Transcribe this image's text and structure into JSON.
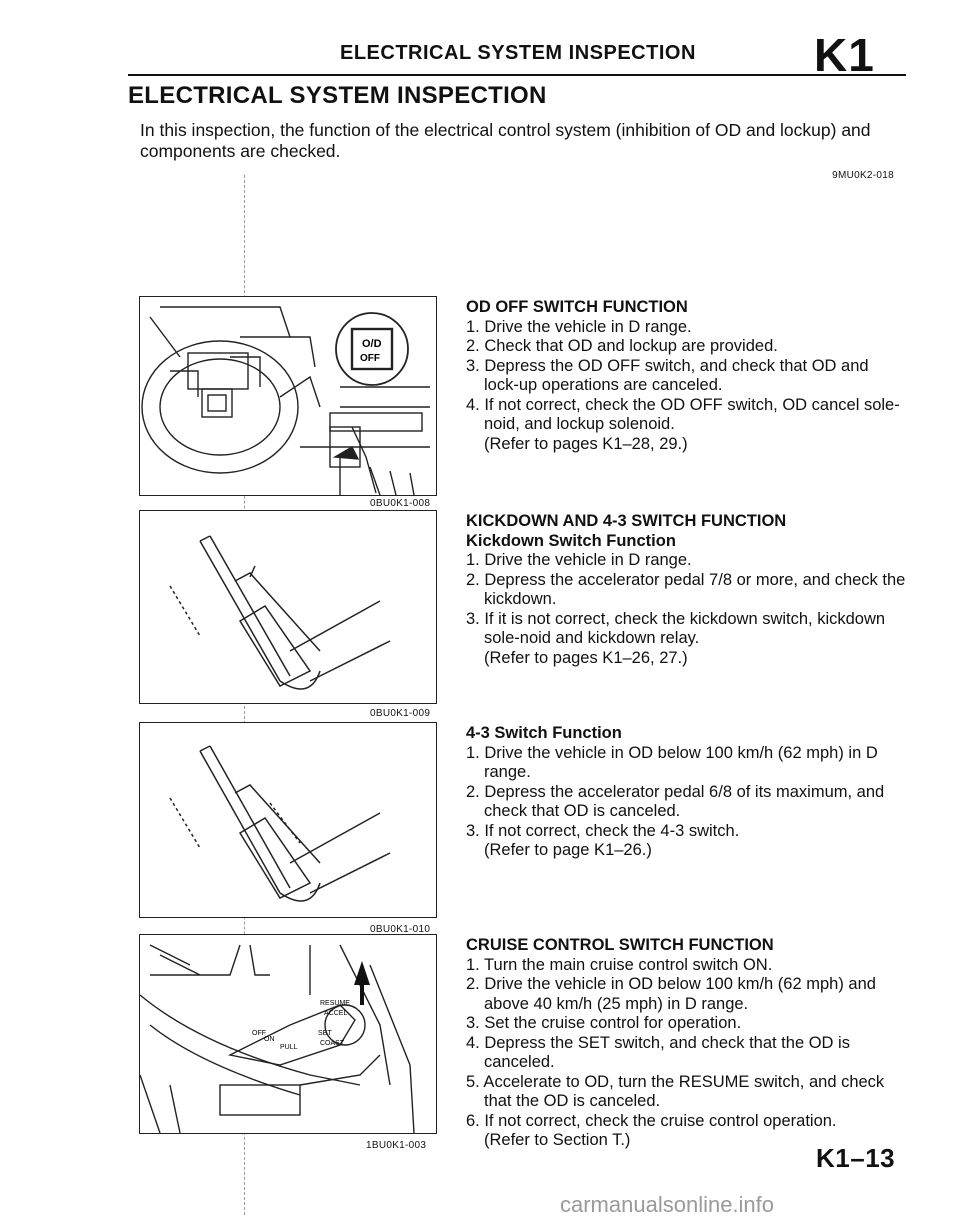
{
  "header": {
    "title": "ELECTRICAL SYSTEM INSPECTION",
    "code": "K1"
  },
  "page_heading": "ELECTRICAL SYSTEM INSPECTION",
  "intro": {
    "text": "In this inspection, the function of the electrical control system (inhibition of OD and lockup) and components are checked.",
    "ref": "9MU0K2-018"
  },
  "figures": [
    {
      "ref": "0BU0K1-008",
      "labels": [
        "O/D",
        "OFF"
      ]
    },
    {
      "ref": "0BU0K1-009"
    },
    {
      "ref": "0BU0K1-010"
    },
    {
      "ref": "1BU0K1-003",
      "labels": [
        "RESUME",
        "ACCEL",
        "OFF",
        "ON",
        "PULL",
        "SET",
        "COAST"
      ]
    }
  ],
  "sections": [
    {
      "title": "OD OFF SWITCH FUNCTION",
      "steps": [
        "1. Drive the vehicle in D range.",
        "2. Check that OD and lockup are provided.",
        "3. Depress the OD OFF switch, and check that OD and lock-up operations are canceled.",
        "4. If not correct, check the OD OFF switch, OD cancel sole-noid, and lockup solenoid.",
        "(Refer to pages K1–28, 29.)"
      ]
    },
    {
      "title": "KICKDOWN AND 4-3 SWITCH FUNCTION",
      "subtitle": "Kickdown Switch Function",
      "steps": [
        "1. Drive the vehicle in D range.",
        "2. Depress the accelerator pedal 7/8 or more, and check the kickdown.",
        "3. If it is not correct, check the kickdown switch, kickdown sole-noid and kickdown relay.",
        "(Refer to pages K1–26, 27.)"
      ]
    },
    {
      "title": "4-3 Switch Function",
      "steps": [
        "1. Drive the vehicle in OD below 100 km/h (62 mph) in D range.",
        "2. Depress the accelerator pedal 6/8 of its maximum, and check that OD is canceled.",
        "3. If not correct, check the 4-3 switch.",
        "(Refer to page K1–26.)"
      ]
    },
    {
      "title": "CRUISE CONTROL SWITCH FUNCTION",
      "steps": [
        "1. Turn the main cruise control switch ON.",
        "2. Drive the vehicle in OD below 100 km/h (62 mph) and above 40 km/h (25 mph) in D range.",
        "3. Set the cruise control for operation.",
        "4. Depress the SET switch, and check that the OD is canceled.",
        "5. Accelerate to OD, turn the RESUME switch, and check that the OD is canceled.",
        "6. If not correct, check the cruise control operation.",
        "(Refer to Section T.)"
      ]
    }
  ],
  "footer": {
    "page_code": "K1–13",
    "watermark": "carmanualsonline.info"
  }
}
